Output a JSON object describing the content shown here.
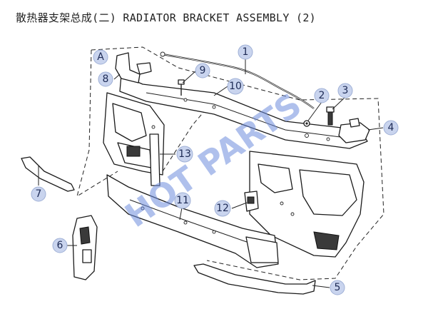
{
  "title": "散热器支架总成(二) RADIATOR BRACKET ASSEMBLY (2)",
  "watermark": "HOT PARTS",
  "bubble_color": "#c9d4ee",
  "watermark_color": "#6e8cdc",
  "labels": {
    "view_a": "A",
    "p1": "1",
    "p2": "2",
    "p3": "3",
    "p4": "4",
    "p5": "5",
    "p6": "6",
    "p7": "7",
    "p8": "8",
    "p9": "9",
    "p10": "10",
    "p11": "11",
    "p12": "12",
    "p13": "13"
  }
}
